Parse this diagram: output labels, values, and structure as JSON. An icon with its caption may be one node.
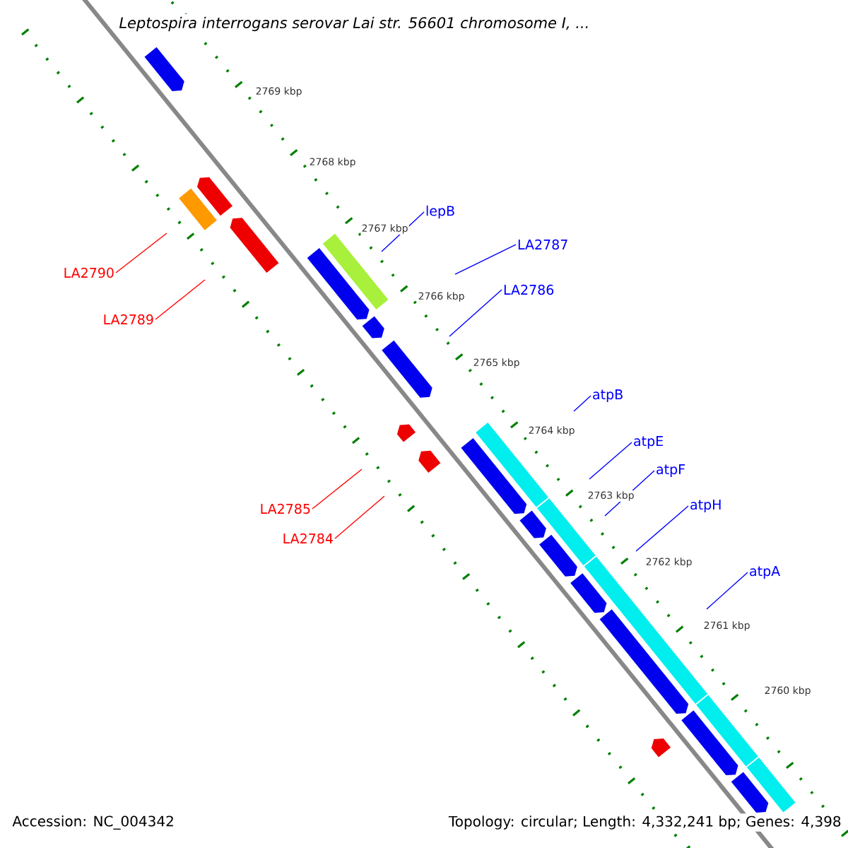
{
  "diagram": {
    "title": "Leptospira interrogans serovar Lai str. 56601 chromosome I, ...",
    "nodes": [
      {
        "text": [
          "lepB"
        ]
      },
      {
        "text": [
          "LA2787"
        ]
      },
      {
        "text": [
          "LA2786"
        ]
      },
      {
        "text": [
          "atpB"
        ]
      },
      {
        "text": [
          "atpE"
        ]
      },
      {
        "text": [
          "atpF"
        ]
      },
      {
        "text": [
          "atpH"
        ]
      },
      {
        "text": [
          "atpA"
        ]
      },
      {
        "text": [
          "LA2790"
        ]
      },
      {
        "text": [
          "LA2789"
        ]
      },
      {
        "text": [
          "LA2785"
        ]
      },
      {
        "text": [
          "LA2784"
        ]
      },
      {
        "text": [],
        "shape": "arrow"
      },
      {
        "text": [],
        "shape": "bar"
      },
      {
        "text": [],
        "shape": "arrow"
      },
      {
        "text": [],
        "shape": "arrow"
      },
      {
        "text": [],
        "shape": "bar"
      },
      {
        "text": [],
        "shape": "arrow"
      },
      {
        "text": [],
        "shape": "arrow"
      },
      {
        "text": [],
        "shape": "arrow"
      },
      {
        "text": [],
        "shape": "arrow"
      },
      {
        "text": [],
        "shape": "arrow"
      },
      {
        "text": [],
        "shape": "bar"
      },
      {
        "text": [],
        "shape": "bar"
      },
      {
        "text": [],
        "shape": "bar"
      },
      {
        "text": [],
        "shape": "bar"
      },
      {
        "text": [],
        "shape": "bar"
      },
      {
        "text": [],
        "shape": "arrow"
      },
      {
        "text": [],
        "shape": "arrow"
      },
      {
        "text": [],
        "shape": "arrow"
      },
      {
        "text": [],
        "shape": "arrow"
      },
      {
        "text": [],
        "shape": "arrow"
      },
      {
        "text": [],
        "shape": "arrow"
      },
      {
        "text": [],
        "shape": "arrow"
      },
      {
        "text": [],
        "shape": "arrow"
      }
    ],
    "edges": [
      {
        "from": 0,
        "to": null,
        "arrow": "none"
      },
      {
        "from": 1,
        "to": null,
        "arrow": "none"
      },
      {
        "from": 2,
        "to": null,
        "arrow": "none"
      },
      {
        "from": 3,
        "to": null,
        "arrow": "none"
      },
      {
        "from": 4,
        "to": null,
        "arrow": "none"
      },
      {
        "from": 5,
        "to": null,
        "arrow": "none"
      },
      {
        "from": 6,
        "to": null,
        "arrow": "none"
      },
      {
        "from": 7,
        "to": null,
        "arrow": "none"
      },
      {
        "from": 8,
        "to": null,
        "arrow": "none",
        "color": "#ff0000"
      },
      {
        "from": 9,
        "to": null,
        "arrow": "none",
        "color": "#ff0000"
      },
      {
        "from": 10,
        "to": null,
        "arrow": "none",
        "color": "#ff0000"
      },
      {
        "from": 11,
        "to": null,
        "arrow": "none",
        "color": "#ff0000"
      }
    ],
    "labels": [
      "2769 kbp",
      "2768 kbp",
      "2767 kbp",
      "2766 kbp",
      "2765 kbp",
      "2764 kbp",
      "2763 kbp",
      "2762 kbp",
      "2761 kbp",
      "2760 kbp",
      "Accession: NC_004342",
      "Topology: circular; Length: 4,332,241 bp; Genes: 4,398"
    ]
  }
}
